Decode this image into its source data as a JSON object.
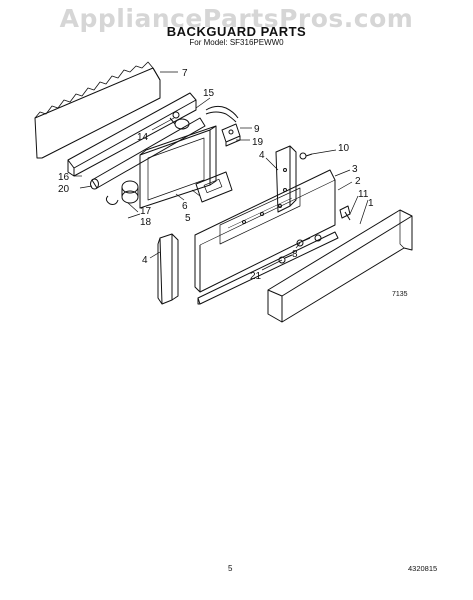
{
  "watermark": "AppliancePartsPros.com",
  "title": "BACKGUARD PARTS",
  "subtitle": "For Model: SF316PEWW0",
  "parts": [
    {
      "id": "p7",
      "label": "7"
    },
    {
      "id": "p15",
      "label": "15"
    },
    {
      "id": "p14",
      "label": "14"
    },
    {
      "id": "p9",
      "label": "9"
    },
    {
      "id": "p19",
      "label": "19"
    },
    {
      "id": "p10",
      "label": "10"
    },
    {
      "id": "p4a",
      "label": "4"
    },
    {
      "id": "p3",
      "label": "3"
    },
    {
      "id": "p2",
      "label": "2"
    },
    {
      "id": "p11",
      "label": "11"
    },
    {
      "id": "p1",
      "label": "1"
    },
    {
      "id": "p16",
      "label": "16"
    },
    {
      "id": "p20",
      "label": "20"
    },
    {
      "id": "p6",
      "label": "6"
    },
    {
      "id": "p5",
      "label": "5"
    },
    {
      "id": "p17",
      "label": "17"
    },
    {
      "id": "p18",
      "label": "18"
    },
    {
      "id": "p4b",
      "label": "4"
    },
    {
      "id": "p8",
      "label": "8"
    },
    {
      "id": "p21",
      "label": "21"
    }
  ],
  "figure_code": "7135",
  "page_number": "5",
  "doc_number": "4320815"
}
